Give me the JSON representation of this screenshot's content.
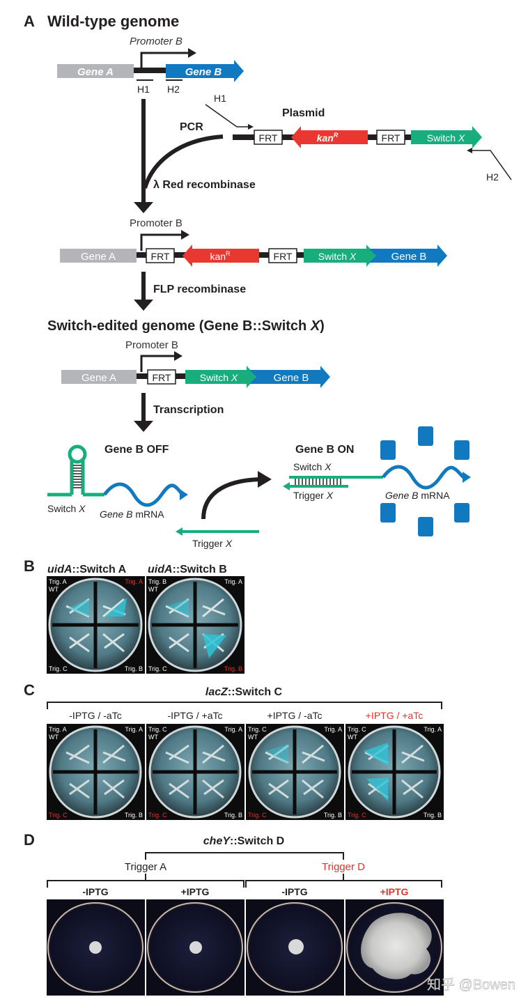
{
  "panel_a": {
    "letter": "A",
    "title": "Wild-type genome",
    "wt": {
      "promoter": "Promoter B",
      "gene_a": "Gene A",
      "gene_b": "Gene B",
      "h1": "H1",
      "h2": "H2"
    },
    "pcr_label": "PCR",
    "red_label": "λ Red recombinase",
    "plasmid": {
      "title": "Plasmid",
      "h1": "H1",
      "h2": "H2",
      "frt": "FRT",
      "kan": "kan",
      "kan_sup": "R",
      "switch": "Switch",
      "switch_x": "X"
    },
    "inter": {
      "promoter": "Promoter B",
      "gene_a": "Gene A",
      "frt": "FRT",
      "kan": "kan",
      "kan_sup": "R",
      "switch": "Switch",
      "switch_x": "X",
      "gene_b": "Gene B"
    },
    "flp_label": "FLP recombinase",
    "edited_title": "Switch-edited genome (Gene B::Switch",
    "edited_title_x": "X",
    "edited_title_close": ")",
    "edited": {
      "promoter": "Promoter B",
      "gene_a": "Gene A",
      "frt": "FRT",
      "switch": "Switch",
      "switch_x": "X",
      "gene_b": "Gene B"
    },
    "transcription_label": "Transcription",
    "off_title": "Gene B OFF",
    "on_title": "Gene B ON",
    "switch_x_label": "Switch",
    "gene_b_mrna_italic": "Gene B",
    "mrna": "mRNA",
    "trigger_label": "Trigger",
    "x": "X"
  },
  "panel_b": {
    "letter": "B",
    "plate1_title_italic": "uidA",
    "plate1_title_rest": "::Switch A",
    "plate2_title_italic": "uidA",
    "plate2_title_rest": "::Switch B",
    "plate1_labels": {
      "tl": "Trig. A",
      "wt": "WT",
      "tr": "Trig. A",
      "bl": "Trig. C",
      "br": "Trig. B"
    },
    "plate2_labels": {
      "tl": "Trig. B",
      "wt": "WT",
      "tr": "Trig. A",
      "bl": "Trig. C",
      "br": "Trig. B"
    }
  },
  "panel_c": {
    "letter": "C",
    "title_italic": "lacZ",
    "title_rest": "::Switch C",
    "conditions": [
      "-IPTG / -aTc",
      "-IPTG / +aTc",
      "+IPTG / -aTc",
      "+IPTG / +aTc"
    ],
    "plate_labels": [
      {
        "tl": "Trig. A",
        "wt": "WT",
        "tr": "Trig. A",
        "bl": "Trig. C",
        "br": "Trig. B"
      },
      {
        "tl": "Trig. C",
        "wt": "WT",
        "tr": "Trig. A",
        "bl": "Trig. C",
        "br": "Trig. B"
      },
      {
        "tl": "Trig. C",
        "wt": "WT",
        "tr": "Trig. A",
        "bl": "Trig. C",
        "br": "Trig. B"
      },
      {
        "tl": "Trig. C",
        "wt": "WT",
        "tr": "Trig. A",
        "bl": "Trig. C",
        "br": "Trig. B"
      }
    ]
  },
  "panel_d": {
    "letter": "D",
    "title_italic": "cheY",
    "title_rest": "::Switch D",
    "trigger_a": "Trigger A",
    "trigger_d": "Trigger D",
    "conditions": [
      "-IPTG",
      "+IPTG",
      "-IPTG",
      "+IPTG"
    ]
  },
  "watermark": "知乎 @Bowen",
  "colors": {
    "gray_gene": "#b3b5b8",
    "blue_gene": "#1079bf",
    "kan_red": "#e8382f",
    "switch_green": "#17ad7c",
    "highlight_red": "#e0352b",
    "dark": "#231f20"
  }
}
